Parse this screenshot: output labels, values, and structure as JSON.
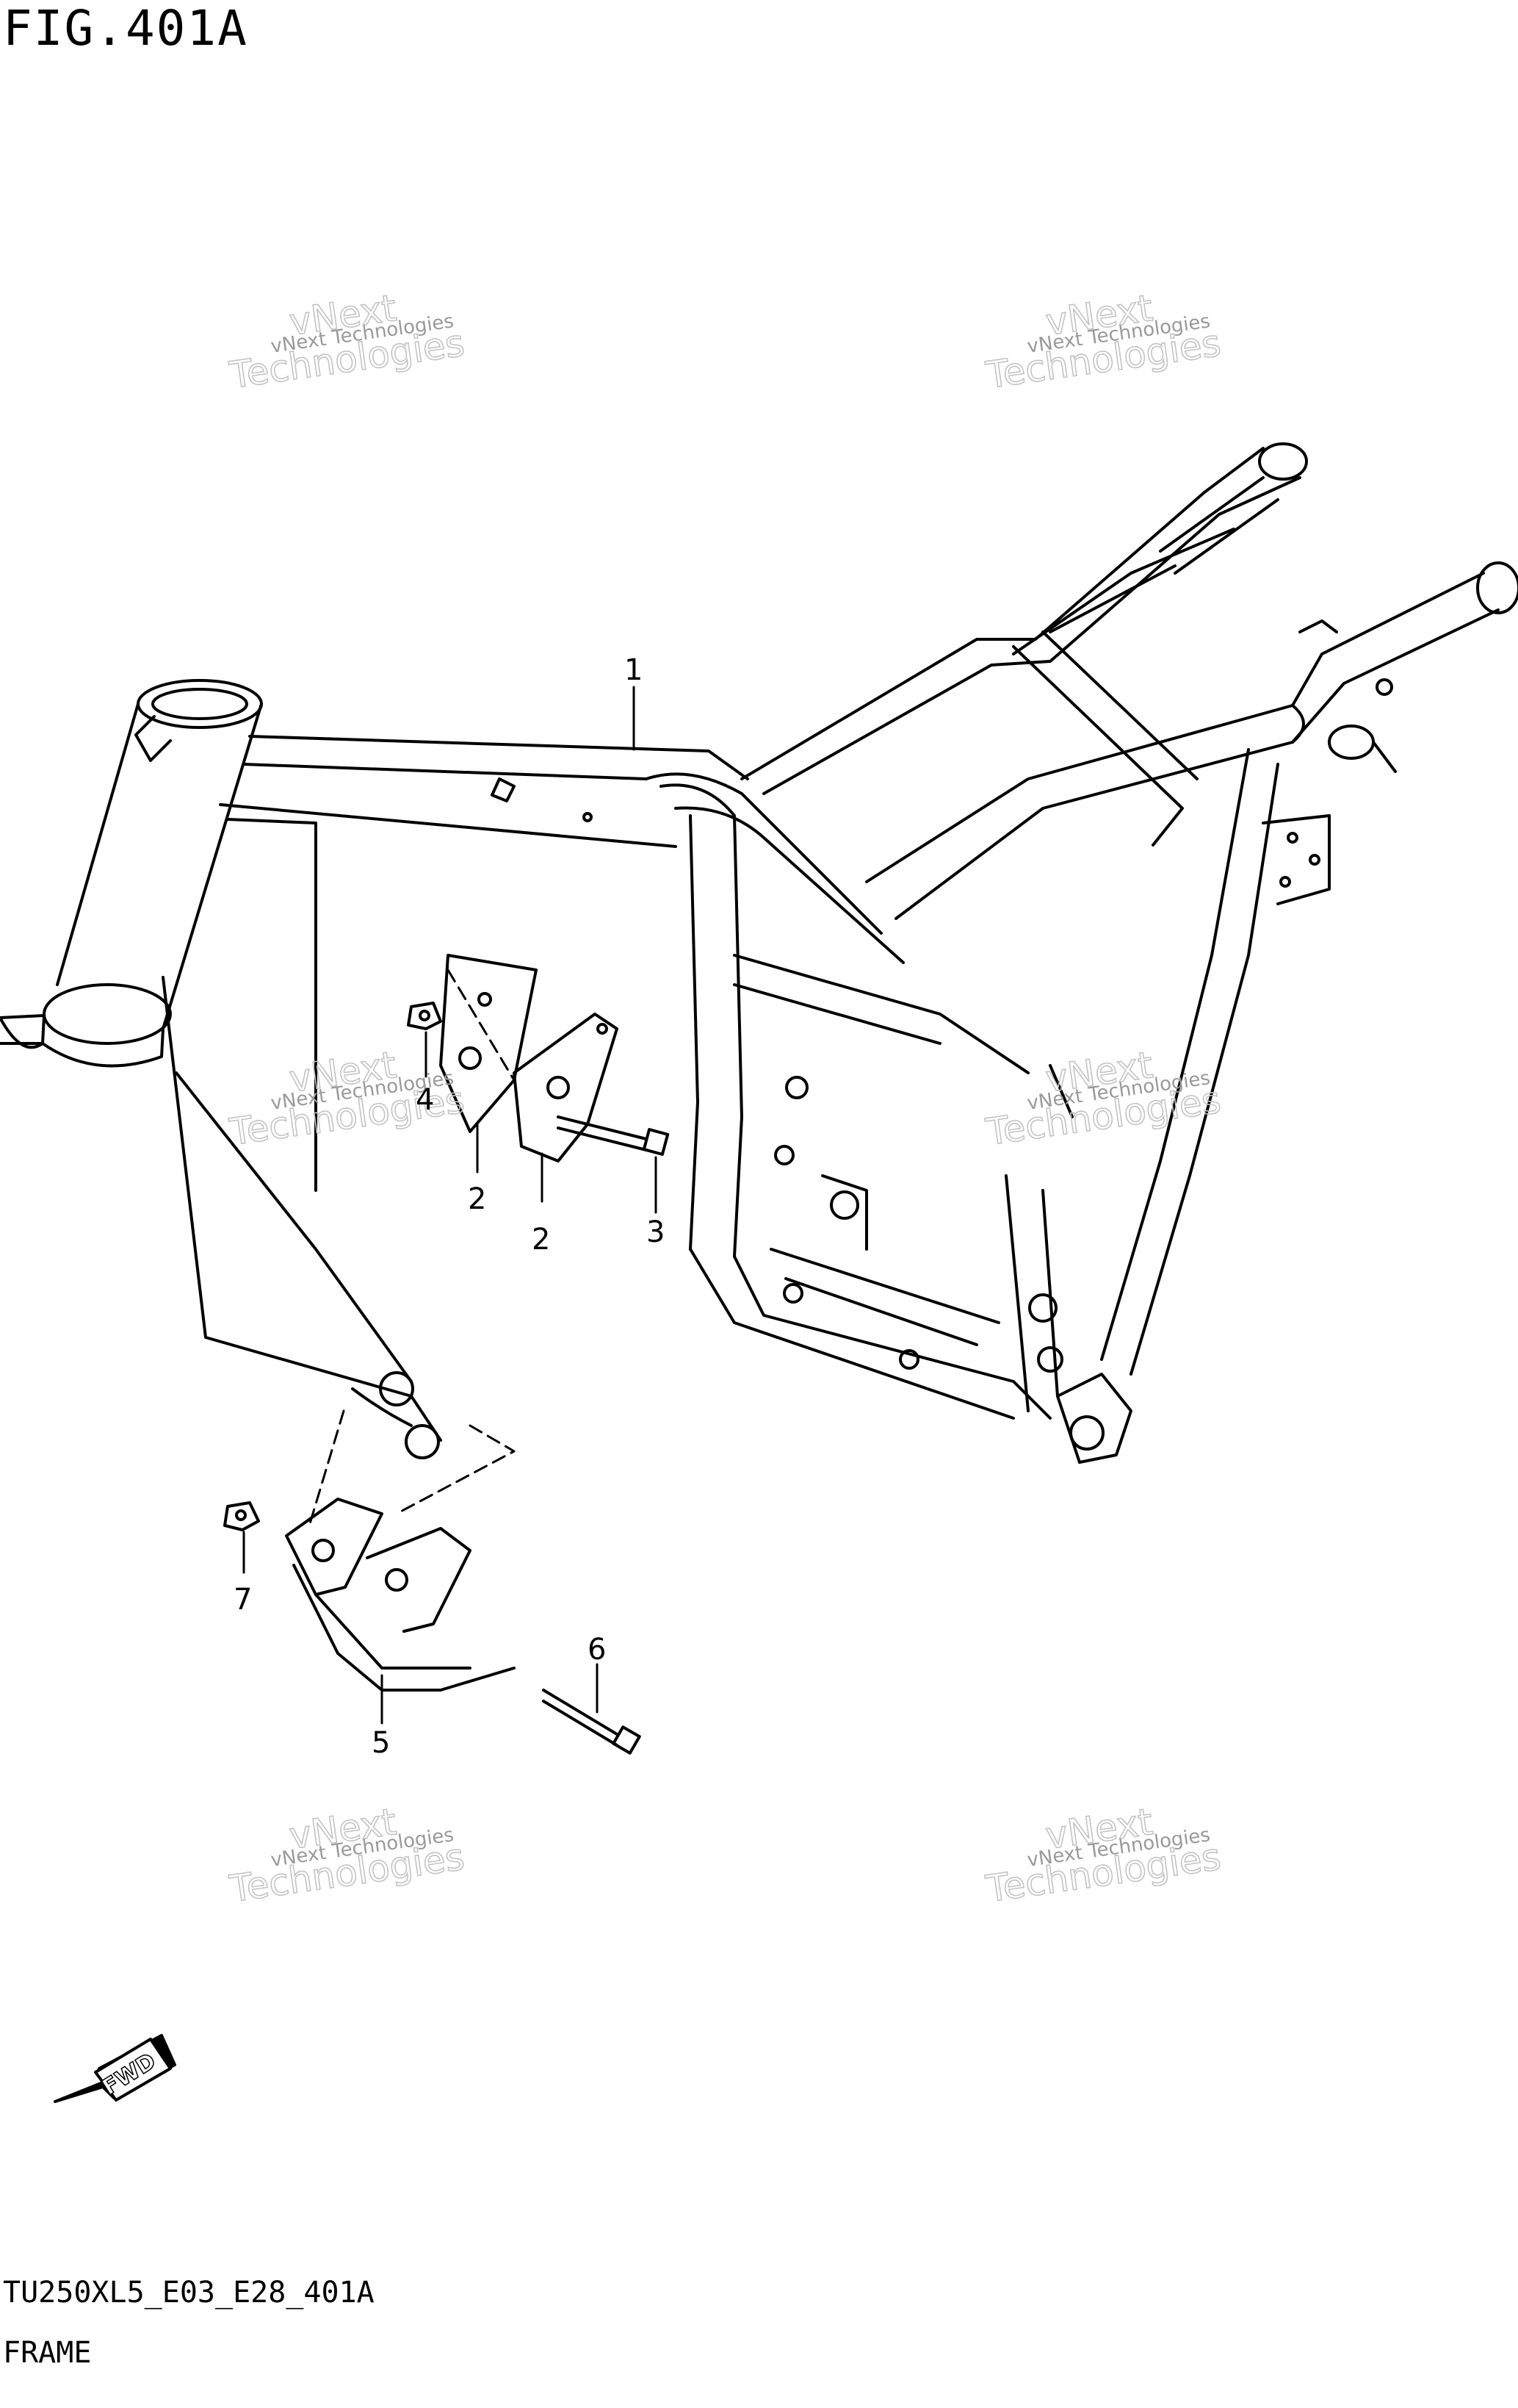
{
  "figure": {
    "title": "FIG.401A",
    "code": "TU250XL5_E03_E28_401A",
    "name": "FRAME"
  },
  "callouts": [
    {
      "id": "c1",
      "label": "1"
    },
    {
      "id": "c2a",
      "label": "2"
    },
    {
      "id": "c2b",
      "label": "2"
    },
    {
      "id": "c3",
      "label": "3"
    },
    {
      "id": "c4",
      "label": "4"
    },
    {
      "id": "c5",
      "label": "5"
    },
    {
      "id": "c6",
      "label": "6"
    },
    {
      "id": "c7",
      "label": "7"
    }
  ],
  "watermark": {
    "line1": "vNext Technologies",
    "line2": "Technologies",
    "line3": "vNext"
  },
  "fwd_arrow": {
    "label": "FWD"
  }
}
